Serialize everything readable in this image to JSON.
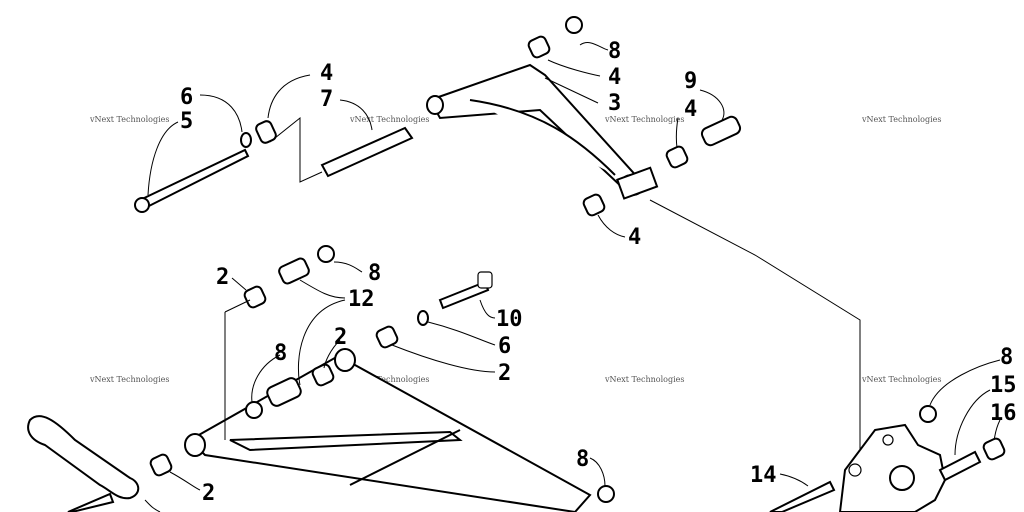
{
  "diagram": {
    "watermark_text": "vNext Technologies",
    "callouts": {
      "c1": "8",
      "c2": "4",
      "c3": "4",
      "c4": "6",
      "c5": "5",
      "c6": "7",
      "c7": "3",
      "c8": "9",
      "c9": "4",
      "c10": "4",
      "c11": "2",
      "c12": "8",
      "c13": "12",
      "c14": "10",
      "c15": "8",
      "c16": "2",
      "c17": "6",
      "c18": "2",
      "c19": "8",
      "c20": "2",
      "c21": "8",
      "c22": "15",
      "c23": "16",
      "c24": "14"
    }
  }
}
